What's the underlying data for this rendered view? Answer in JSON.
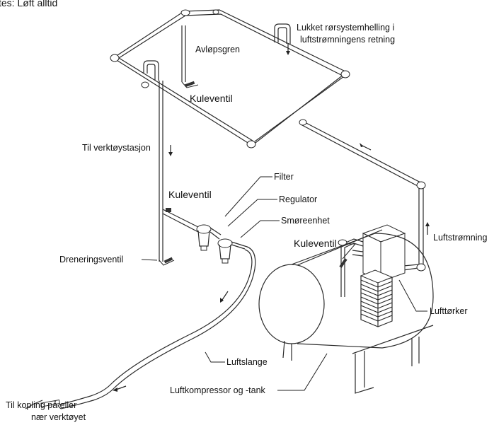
{
  "header": {
    "text": "tes: Løft alltid"
  },
  "labels": {
    "closed_loop": [
      "Lukket rørsystemhelling i",
      "luftstrømningens retning"
    ],
    "drain_branch": "Avløpsgren",
    "ball_valve_top": "Kuleventil",
    "to_tool_station": "Til verktøystasjon",
    "filter": "Filter",
    "ball_valve_mid": "Kuleventil",
    "regulator": "Regulator",
    "lubricator": "Smøreenhet",
    "ball_valve_tank": "Kuleventil",
    "airflow": "Luftstrømning",
    "drain_valve": "Dreneringsventil",
    "air_dryer": "Lufttørker",
    "air_hose": "Luftslange",
    "coupling": [
      "Til kopling på eller",
      "nær verktøyet"
    ],
    "compressor": "Luftkompressor og -tank"
  },
  "colors": {
    "line": "#2a2a2a",
    "text": "#111111",
    "background": "#ffffff"
  }
}
